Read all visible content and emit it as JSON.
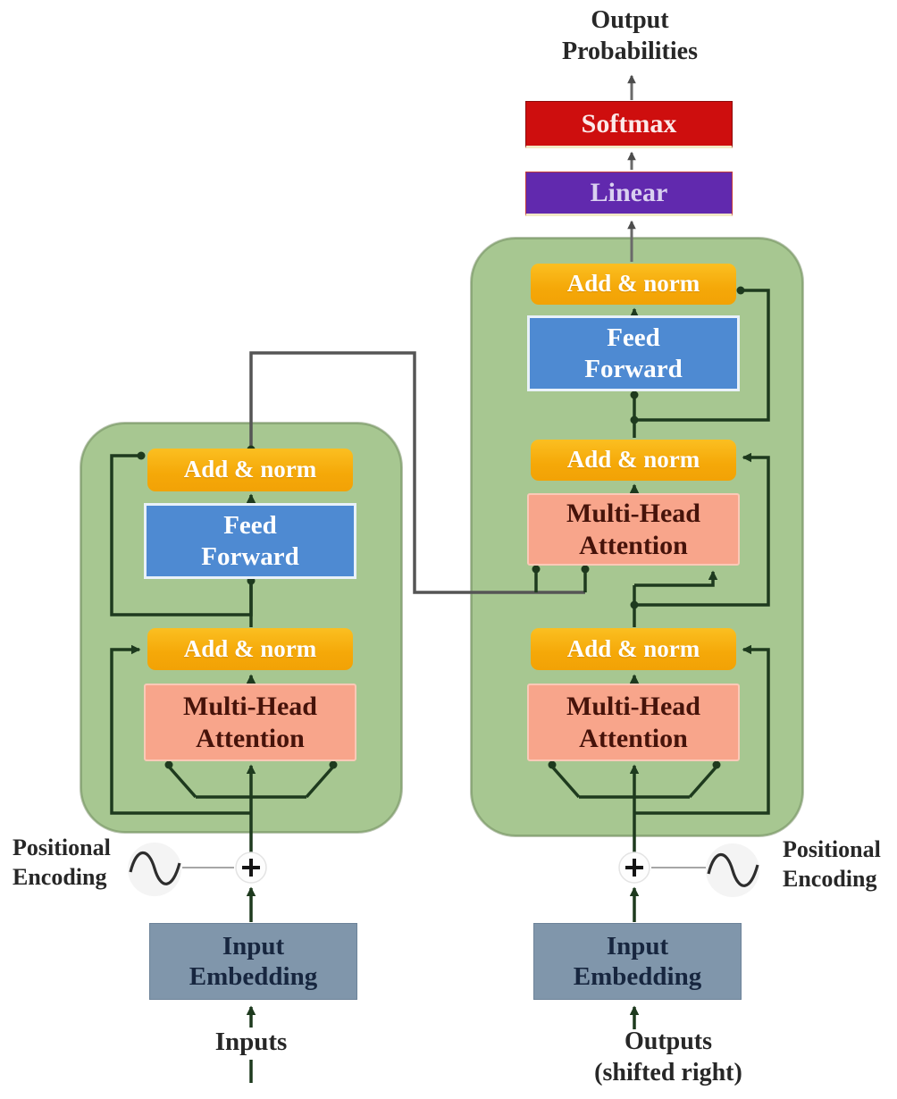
{
  "title": "Transformer architecture diagram",
  "top": {
    "output_probabilities": "Output\nProbabilities",
    "softmax": "Softmax",
    "linear": "Linear"
  },
  "encoder": {
    "add_norm_top": "Add & norm",
    "feed_forward": "Feed\nForward",
    "add_norm_bottom": "Add & norm",
    "multi_head_attention": "Multi-Head\nAttention",
    "embedding": "Input\nEmbedding",
    "positional_encoding": "Positional\nEncoding",
    "input_label": "Inputs"
  },
  "decoder": {
    "add_norm_top": "Add & norm",
    "feed_forward": "Feed\nForward",
    "add_norm_middle": "Add & norm",
    "multi_head_attention_cross": "Multi-Head\nAttention",
    "add_norm_bottom": "Add & norm",
    "multi_head_attention_masked": "Multi-Head\nAttention",
    "embedding": "Input\nEmbedding",
    "positional_encoding": "Positional\nEncoding",
    "output_label": "Outputs\n(shifted right)"
  },
  "icons": {
    "plus_left": "add-icon",
    "plus_right": "add-icon",
    "sine_left": "sine-wave-icon",
    "sine_right": "sine-wave-icon"
  },
  "colors": {
    "block_background": "#a7c791",
    "add_norm": "#f5a808",
    "feed_forward": "#4e8ad2",
    "attention": "#f8a58b",
    "softmax": "#ce0e0e",
    "linear": "#6129ae",
    "embedding": "#8096ab",
    "wire_green": "#1e3a1e",
    "wire_gray": "#555555"
  }
}
